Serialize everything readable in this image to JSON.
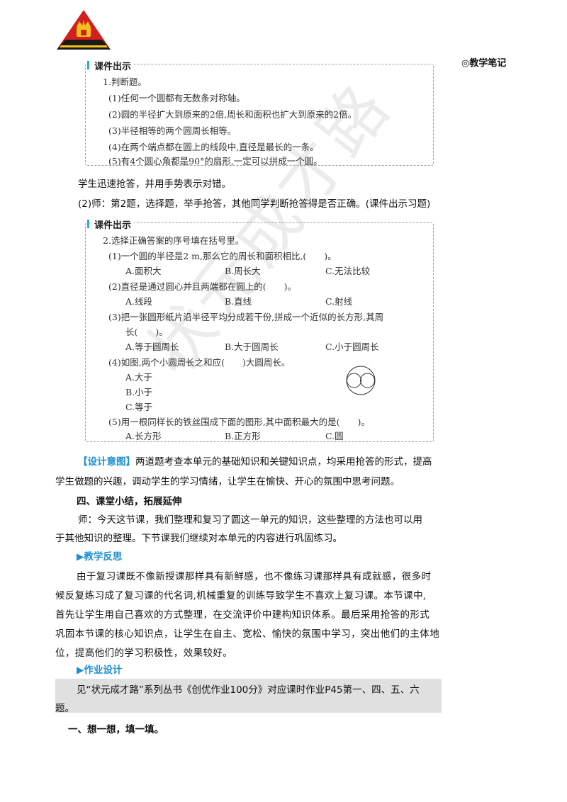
{
  "header": {
    "notes_label": "◎教学笔记"
  },
  "watermark": "状元成才路",
  "box1": {
    "tag": "课件出示",
    "title": "1.判断题。",
    "items": [
      "(1)任何一个圆都有无数条对称轴。",
      "(2)圆的半径扩大到原来的2倍,周长和面积也扩大到原来的2倍。",
      "(3)半径相等的两个圆周长相等。",
      "(4)在两个端点都在圆上的线段中,直径是最长的一条。",
      "(5)有4个圆心角都是90°的扇形,一定可以拼成一个圆。"
    ]
  },
  "para1": "学生迅速抢答，并用手势表示对错。",
  "para2": "(2)师：第2题，选择题，举手抢答，其他同学判断抢答得是否正确。(课件出示习题)",
  "box2": {
    "tag": "课件出示",
    "title": "2.选择正确答案的序号填在括号里。",
    "q1": "(1)一个圆的半径是2 m,那么它的周长和面积相比,(　　)。",
    "q1_opts": [
      "A.面积大",
      "B.周长大",
      "C.无法比较"
    ],
    "q2": "(2)直径是通过圆心并且两端都在圆上的(　　)。",
    "q2_opts": [
      "A.线段",
      "B.直线",
      "C.射线"
    ],
    "q3_line1": "(3)把一张圆形纸片沿半径平均分成若干份,拼成一个近似的长方形,其周",
    "q3_line2": "长(　　)。",
    "q3_opts": [
      "A.等于圆周长",
      "B.大于圆周长",
      "C.小于圆周长"
    ],
    "q4": "(4)如图,两个小圆周长之和应(　　)大圆周长。",
    "q4_opts": [
      "A.大于",
      "B.小于",
      "C.等于"
    ],
    "q5": "(5)用一根同样长的铁丝围成下面的图形,其中面积最大的是(　　)。",
    "q5_opts": [
      "A.长方形",
      "B.正方形",
      "C.圆"
    ]
  },
  "design": {
    "label": "【设计意图】",
    "line1": "两道题考查本单元的基础知识和关键知识点，均采用抢答的形式，提高",
    "line2": "学生做题的兴趣，调动学生的学习情绪，让学生在愉快、开心的氛围中思考问题。"
  },
  "section4": {
    "title": "四、课堂小结，拓展延伸",
    "line1": "师：今天这节课，我们整理和复习了圆这一单元的知识，这些整理的方法也可以用",
    "line2": "于其他知识的整理。下节课我们继续对本单元的内容进行巩固练习。"
  },
  "reflection": {
    "title": "▶教学反思",
    "lines": [
      "由于复习课既不像新授课那样具有新鲜感，也不像练习课那样具有成就感，很多时",
      "候反复练习成了复习课的代名词,机械重复的训练导致学生不喜欢上复习课。本节课中,",
      "首先让学生用自己喜欢的方式整理，在交流评价中建构知识体系。最后采用抢答的形式",
      "巩固本节课的核心知识点，让学生在自主、宽松、愉快的氛围中学习，突出他们的主体地",
      "位，提高他们的学习积极性，效果较好。"
    ]
  },
  "homework": {
    "title": "▶作业设计",
    "line1": "见“状元成才路”系列丛书《创优作业100分》对应课时作业P45第一、四、五、六",
    "line2": "题。"
  },
  "exercise_title": "一、想一想，填一填。"
}
